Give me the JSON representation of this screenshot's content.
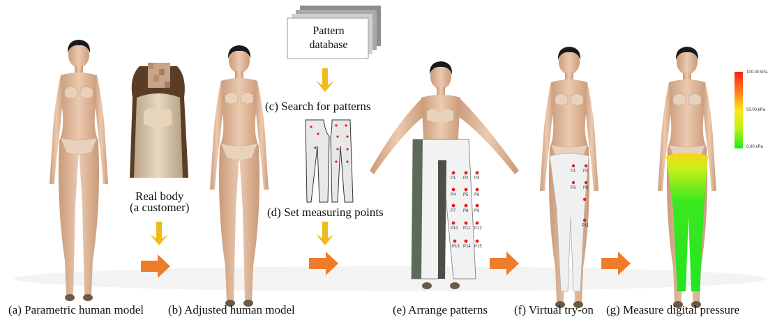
{
  "pattern_database": {
    "line1": "Pattern",
    "line2": "database"
  },
  "step_labels": {
    "search": "(c) Search for patterns",
    "set_points": "(d) Set  measuring points",
    "real_body_1": "Real body",
    "real_body_2": "(a customer)"
  },
  "captions": {
    "a": "(a) Parametric human model",
    "b": "(b) Adjusted human model",
    "e": "(e) Arrange patterns",
    "f": "(f) Virtual try-on",
    "g": "(g) Measure digital pressure"
  },
  "legend": {
    "max": "100.00 kPa",
    "mid": "50.00 kPa",
    "min": "0.00 kPa"
  },
  "colors": {
    "arrow_orange": "#ee7d2b",
    "arrow_yellow": "#eebb1a",
    "skin": "#e2bd9f",
    "hair": "#1a1a1a"
  },
  "measuring_points_trouser": [
    "P1",
    "P2",
    "P3",
    "P4",
    "P5",
    "P6",
    "P7",
    "P8",
    "P9",
    "P10",
    "P11",
    "P12",
    "P13",
    "P14",
    "P15"
  ],
  "measuring_points_tryon": [
    "P1",
    "P2",
    "P3",
    "P8",
    "P11"
  ]
}
